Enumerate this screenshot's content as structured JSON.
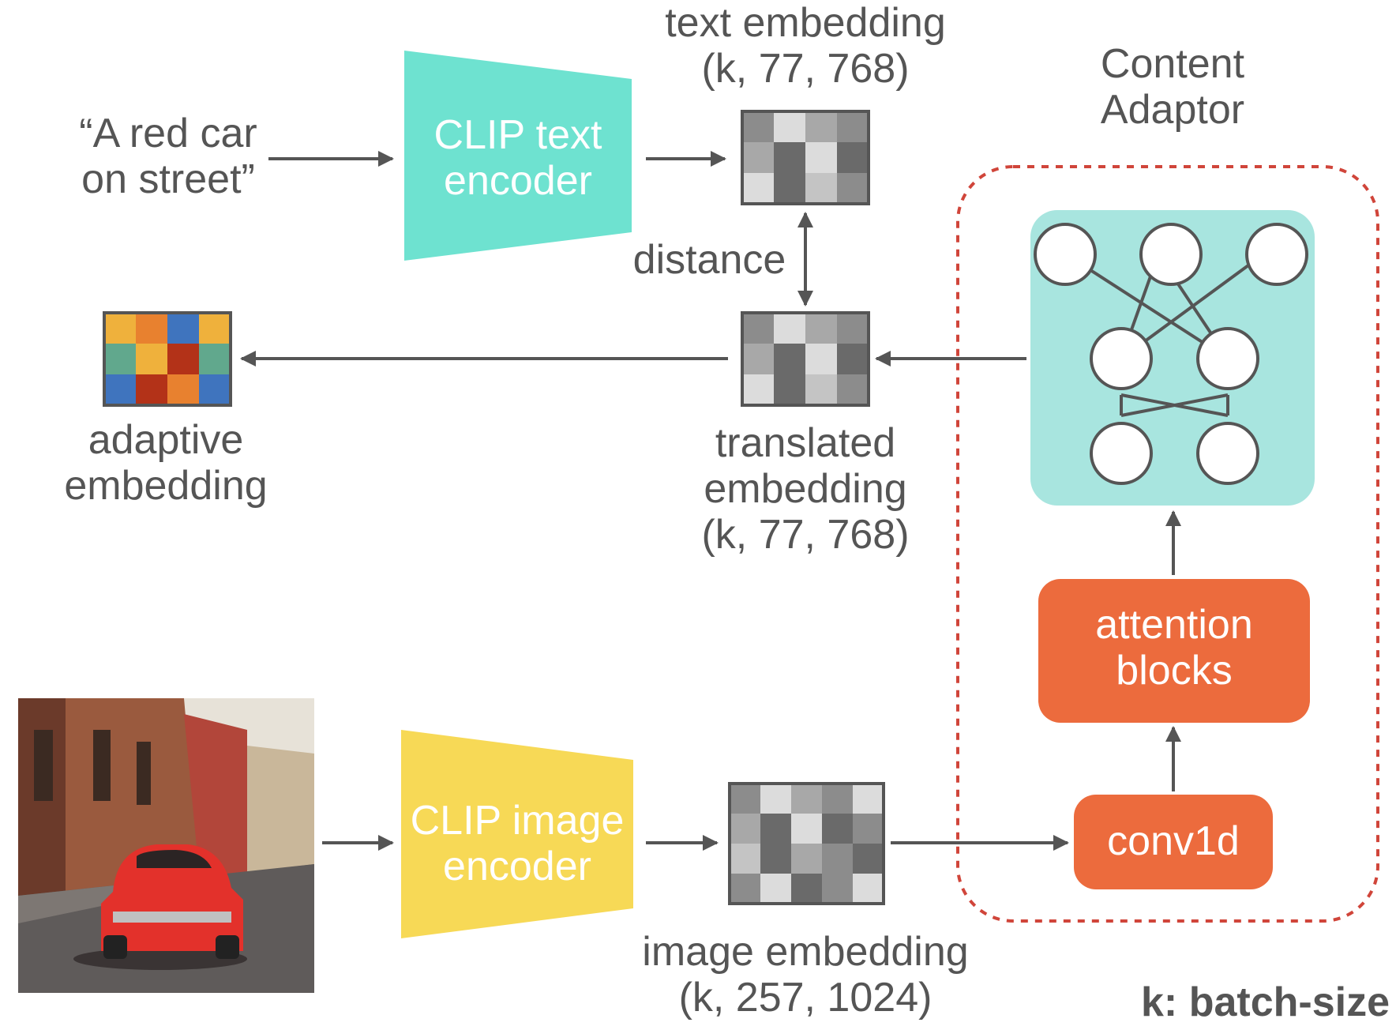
{
  "input_text": [
    "“A red car",
    "on street”"
  ],
  "text_encoder": {
    "lines": [
      "CLIP text",
      "encoder"
    ],
    "color": "#6EE2D0"
  },
  "image_encoder": {
    "lines": [
      "CLIP image",
      "encoder"
    ],
    "color": "#F7D956"
  },
  "text_embedding": {
    "lines": [
      "text embedding",
      "(k, 77, 768)"
    ]
  },
  "distance_label": "distance",
  "translated_embedding": {
    "lines": [
      "translated",
      "embedding",
      "(k, 77, 768)"
    ]
  },
  "adaptive_embedding": {
    "lines": [
      "adaptive",
      "embedding"
    ]
  },
  "image_embedding": {
    "lines": [
      "image embedding",
      "(k, 257, 1024)"
    ]
  },
  "content_adaptor": {
    "title": [
      "Content",
      "Adaptor"
    ],
    "attention_blocks": [
      "attention",
      "blocks"
    ],
    "conv1d": "conv1d",
    "block_color": "#EC6B3D",
    "network_bg": "#A8E5DF",
    "border_color": "#D0453A"
  },
  "footnote": "k: batch-size",
  "colors": {
    "text": "#555555",
    "arrow": "#555555",
    "gray_grid": [
      "#8c8c8c",
      "#dcdcdc",
      "#a8a8a8",
      "#6a6a6a",
      "#c4c4c4"
    ],
    "adaptive_grid": [
      "#EFB13C",
      "#E8812F",
      "#3F74BE",
      "#61A88D",
      "#B33218"
    ]
  }
}
